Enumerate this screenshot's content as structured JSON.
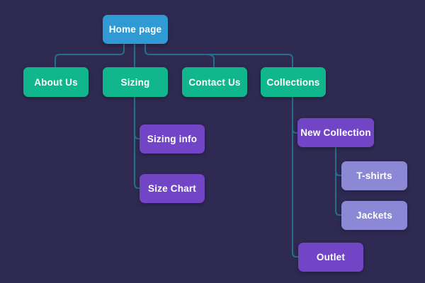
{
  "canvas": {
    "background": "#2e2a52",
    "connector_color": "#24708a",
    "text_color": "#ffffff"
  },
  "nodes": {
    "home": {
      "label": "Home page",
      "color": "#2f9ad3"
    },
    "about": {
      "label": "About Us",
      "color": "#10b78c"
    },
    "sizing": {
      "label": "Sizing",
      "color": "#10b78c"
    },
    "contact": {
      "label": "Contact Us",
      "color": "#10b78c"
    },
    "collections": {
      "label": "Collections",
      "color": "#10b78c"
    },
    "sizing_info": {
      "label": "Sizing info",
      "color": "#7245c6"
    },
    "size_chart": {
      "label": "Size Chart",
      "color": "#7245c6"
    },
    "new_collection": {
      "label": "New Collection",
      "color": "#7245c6"
    },
    "tshirts": {
      "label": "T-shirts",
      "color": "#8b89d6"
    },
    "jackets": {
      "label": "Jackets",
      "color": "#8b89d6"
    },
    "outlet": {
      "label": "Outlet",
      "color": "#7245c6"
    }
  },
  "edges": [
    {
      "from": "Home page",
      "to": "About Us"
    },
    {
      "from": "Home page",
      "to": "Sizing"
    },
    {
      "from": "Home page",
      "to": "Contact Us"
    },
    {
      "from": "Home page",
      "to": "Collections"
    },
    {
      "from": "Sizing",
      "to": "Sizing info"
    },
    {
      "from": "Sizing",
      "to": "Size Chart"
    },
    {
      "from": "Collections",
      "to": "New Collection"
    },
    {
      "from": "Collections",
      "to": "Outlet"
    },
    {
      "from": "New Collection",
      "to": "T-shirts"
    },
    {
      "from": "New Collection",
      "to": "Jackets"
    }
  ]
}
